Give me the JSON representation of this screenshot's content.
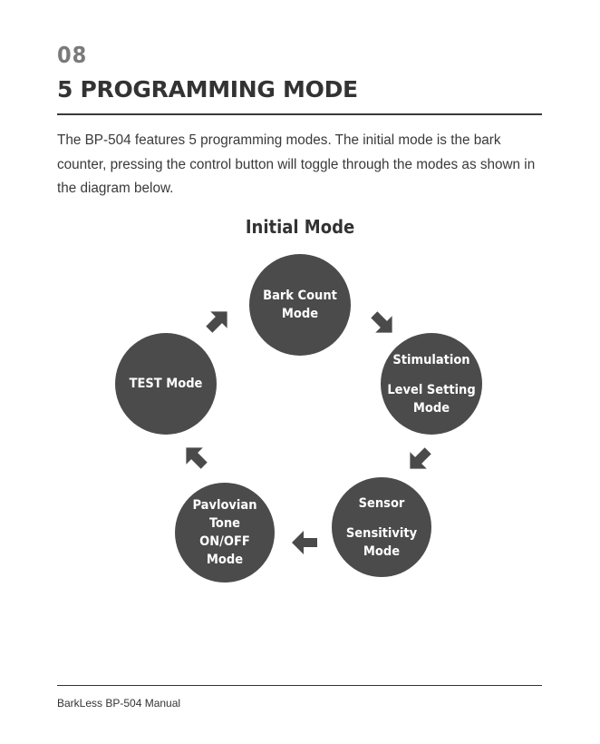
{
  "page": {
    "number": "08",
    "title": "5 PROGRAMMING MODE",
    "intro": "The BP-504 features 5 programming modes. The initial mode is the bark counter, pressing the control button will toggle through the modes as shown in the diagram below."
  },
  "diagram": {
    "initial_label": "Initial Mode",
    "modes": {
      "bark_count": {
        "line1": "Bark Count",
        "line2": "Mode"
      },
      "stimulation": {
        "line1": "Stimulation",
        "line2": "Level Setting",
        "line3": "Mode"
      },
      "sensor": {
        "line1": "Sensor",
        "line2": "Sensitivity",
        "line3": "Mode"
      },
      "pavlovian": {
        "line1": "Pavlovian",
        "line2": "Tone",
        "line3": "ON/OFF",
        "line4": "Mode"
      },
      "test": {
        "line1": "TEST Mode"
      }
    },
    "arrow_icon": "arrow-icon"
  },
  "footer": {
    "text": "BarkLess BP-504 Manual"
  },
  "colors": {
    "circle": "#4b4b4b",
    "arrow": "#4a4a4a",
    "text": "#333333",
    "page_number": "#7a7a7a"
  }
}
